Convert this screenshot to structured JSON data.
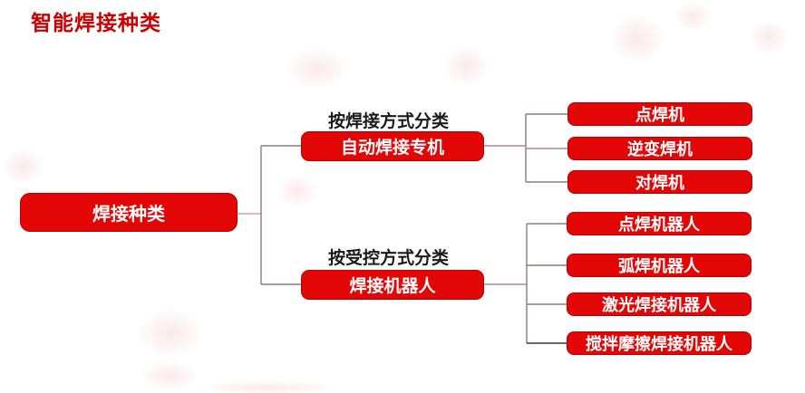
{
  "title": "智能焊接种类",
  "colors": {
    "title_red": "#cc0000",
    "node_fill_red": "#e20606",
    "node_border_red": "#b80000",
    "node_text_color": "#ffffff",
    "category_text_color": "#1a1a1a",
    "connector_gray": "#8d7a7a",
    "connector_pink": "#dc9e9e"
  },
  "tree": {
    "root": {
      "label": "焊接种类"
    },
    "branches": [
      {
        "category_label": "按焊接方式分类",
        "node_label": "自动焊接专机",
        "children": [
          {
            "label": "点焊机"
          },
          {
            "label": "逆变焊机"
          },
          {
            "label": "对焊机"
          }
        ]
      },
      {
        "category_label": "按受控方式分类",
        "node_label": "焊接机器人",
        "children": [
          {
            "label": "点焊机器人"
          },
          {
            "label": "弧焊机器人"
          },
          {
            "label": "激光焊接机器人"
          },
          {
            "label": "搅拌摩擦焊接机器人"
          }
        ]
      }
    ]
  }
}
